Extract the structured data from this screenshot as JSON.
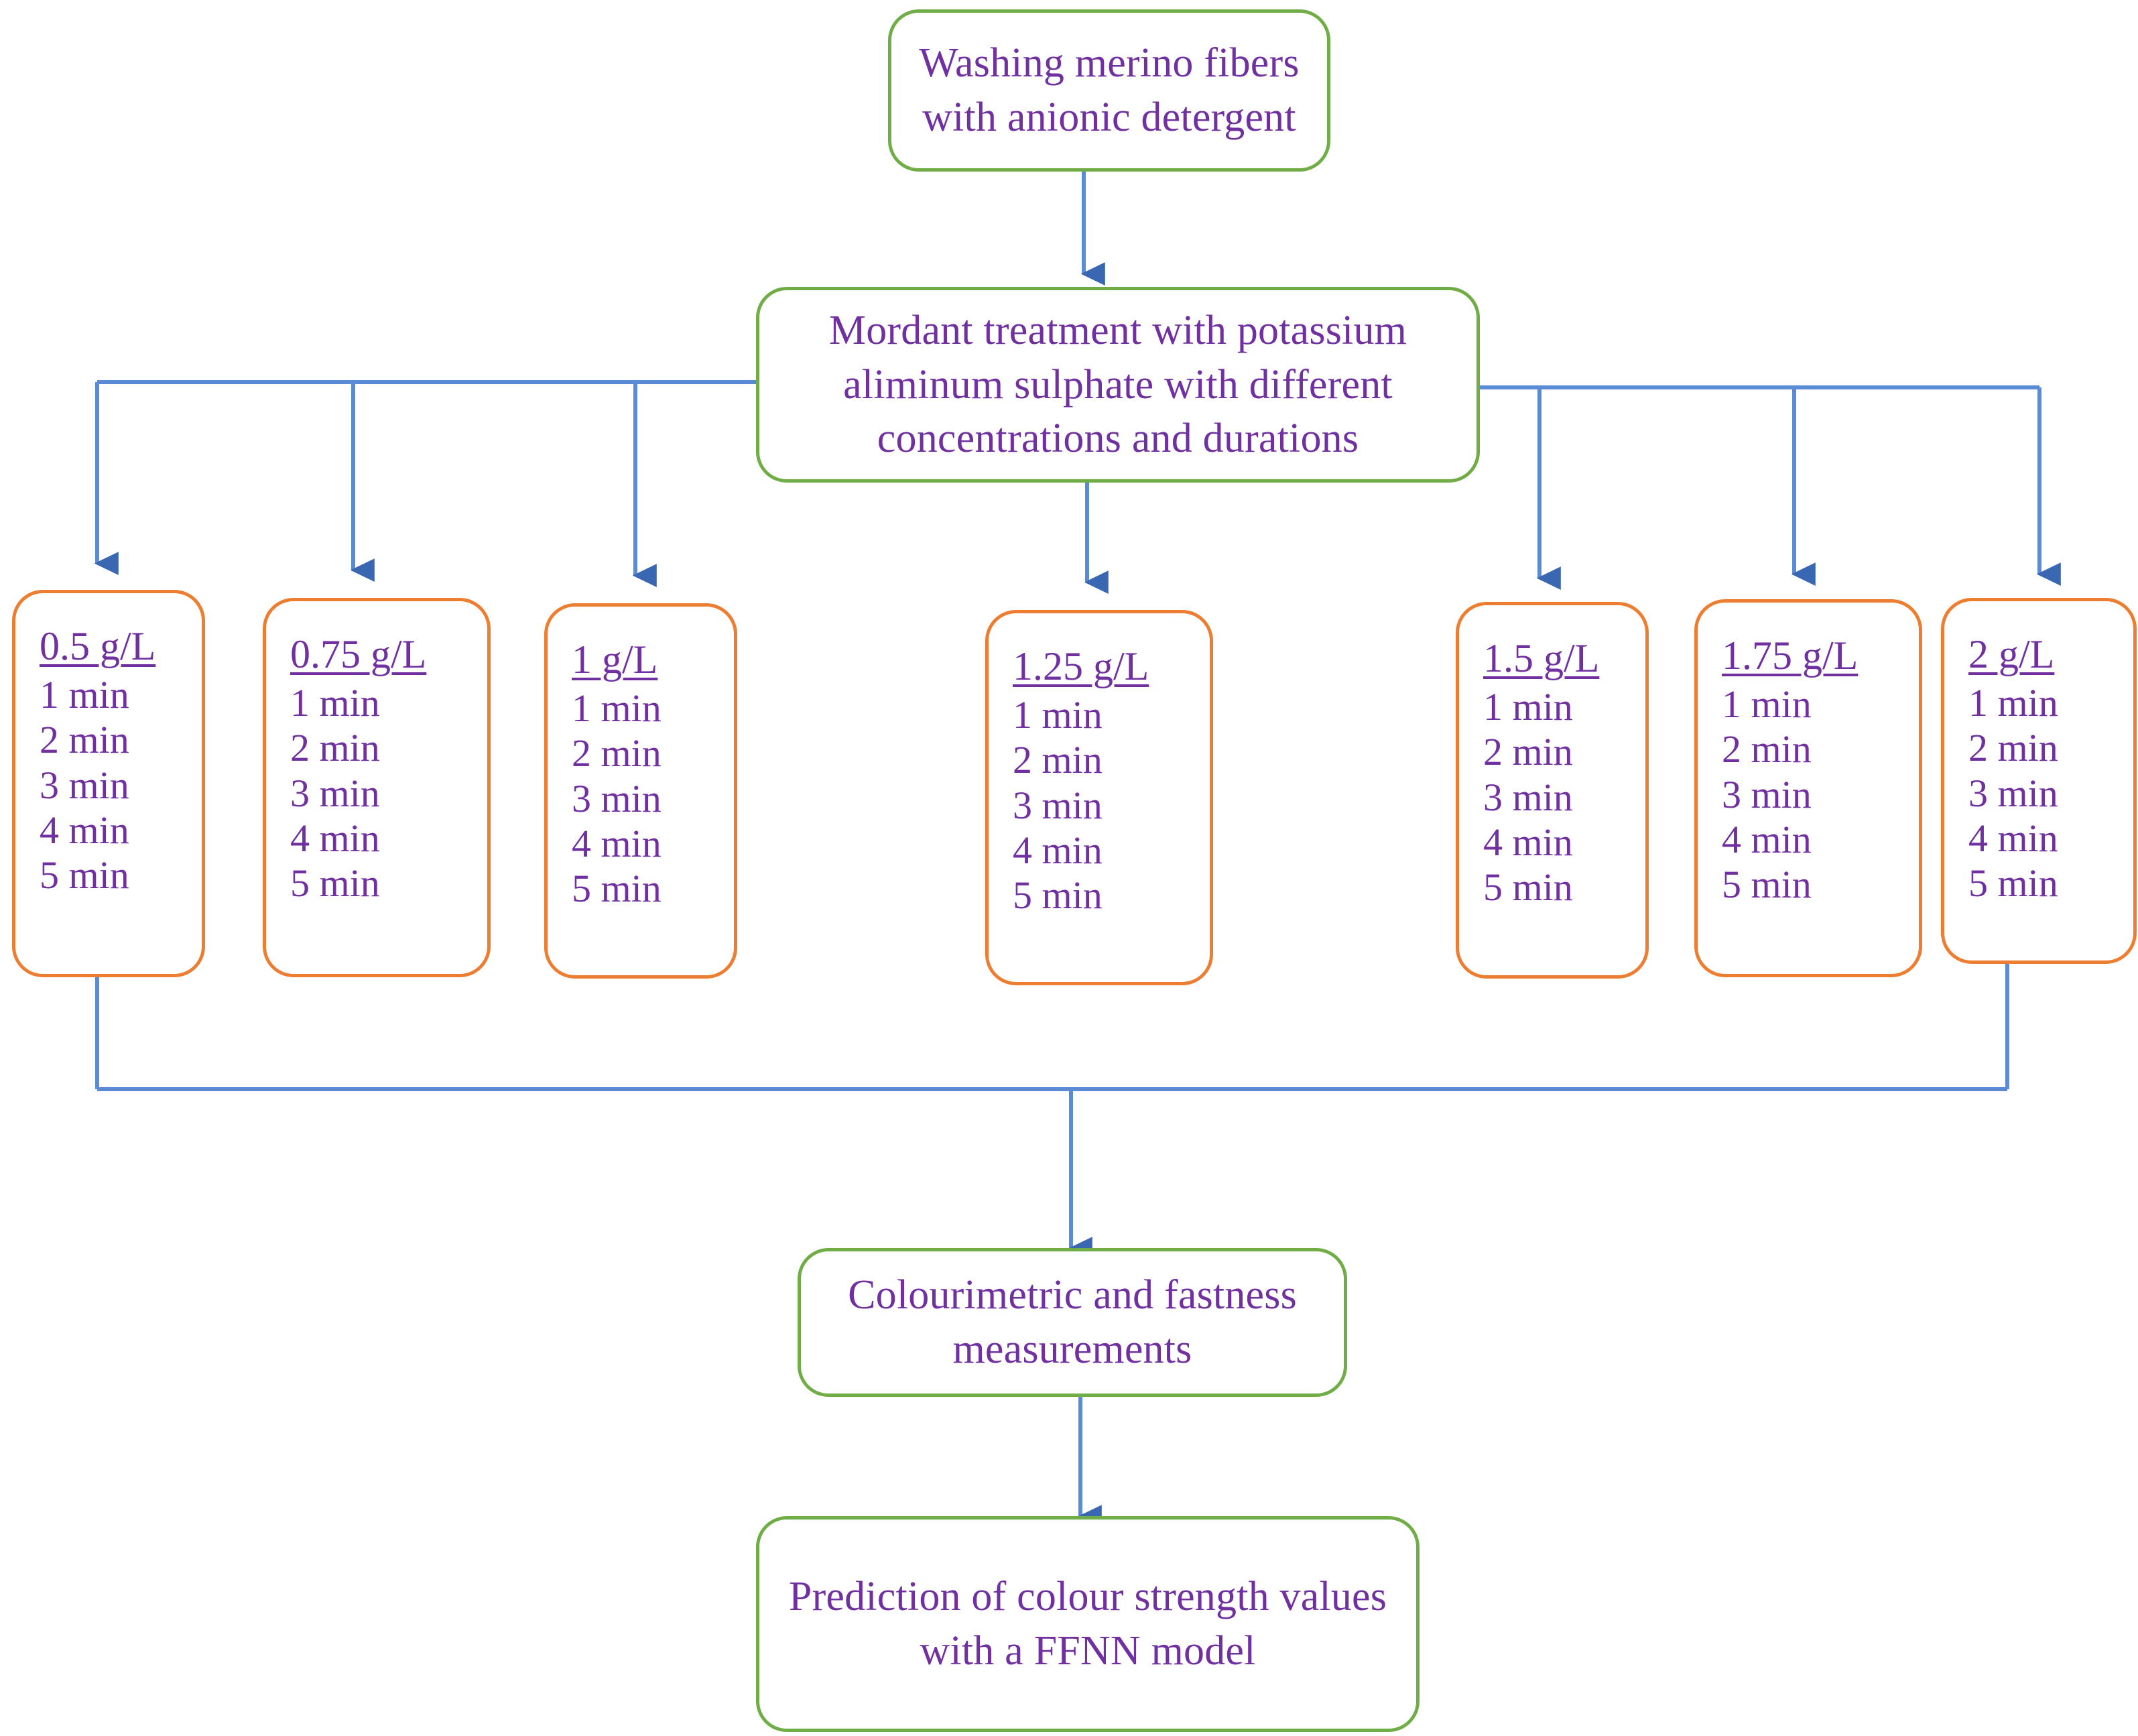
{
  "diagram": {
    "title": "Experimental workflow for mordant treatment of merino fibers",
    "colors": {
      "process_border": "#70AD47",
      "condition_border": "#ED7D31",
      "text": "#7030A0",
      "connector": "#4472C4",
      "background": "#FFFFFF"
    },
    "process_steps": {
      "washing": {
        "line1": "Washing merino fibers",
        "line2": "with anionic detergent"
      },
      "mordant": {
        "line1": "Mordant treatment with potassium",
        "line2": "aliminum sulphate with different",
        "line3": "concentrations and durations"
      },
      "measurement": {
        "line1": "Colourimetric and fastness",
        "line2": "measurements"
      },
      "prediction": {
        "line1": "Prediction of colour strength values",
        "line2": "with a FFNN model"
      }
    },
    "durations": [
      "1 min",
      "2 min",
      "3 min",
      "4 min",
      "5 min"
    ],
    "concentrations": [
      {
        "label": "0.5 g/L",
        "durations": [
          "1 min",
          "2 min",
          "3 min",
          "4 min",
          "5 min"
        ]
      },
      {
        "label": "0.75 g/L",
        "durations": [
          "1 min",
          "2 min",
          "3 min",
          "4 min",
          "5 min"
        ]
      },
      {
        "label": "1 g/L",
        "durations": [
          "1 min",
          "2 min",
          "3 min",
          "4 min",
          "5 min"
        ]
      },
      {
        "label": "1.25 g/L",
        "durations": [
          "1 min",
          "2 min",
          "3 min",
          "4 min",
          "5 min"
        ]
      },
      {
        "label": "1.5 g/L",
        "durations": [
          "1 min",
          "2 min",
          "3 min",
          "4 min",
          "5 min"
        ]
      },
      {
        "label": "1.75 g/L",
        "durations": [
          "1 min",
          "2 min",
          "3 min",
          "4 min",
          "5 min"
        ]
      },
      {
        "label": "2 g/L",
        "durations": [
          "1 min",
          "2 min",
          "3 min",
          "4 min",
          "5 min"
        ]
      }
    ]
  }
}
